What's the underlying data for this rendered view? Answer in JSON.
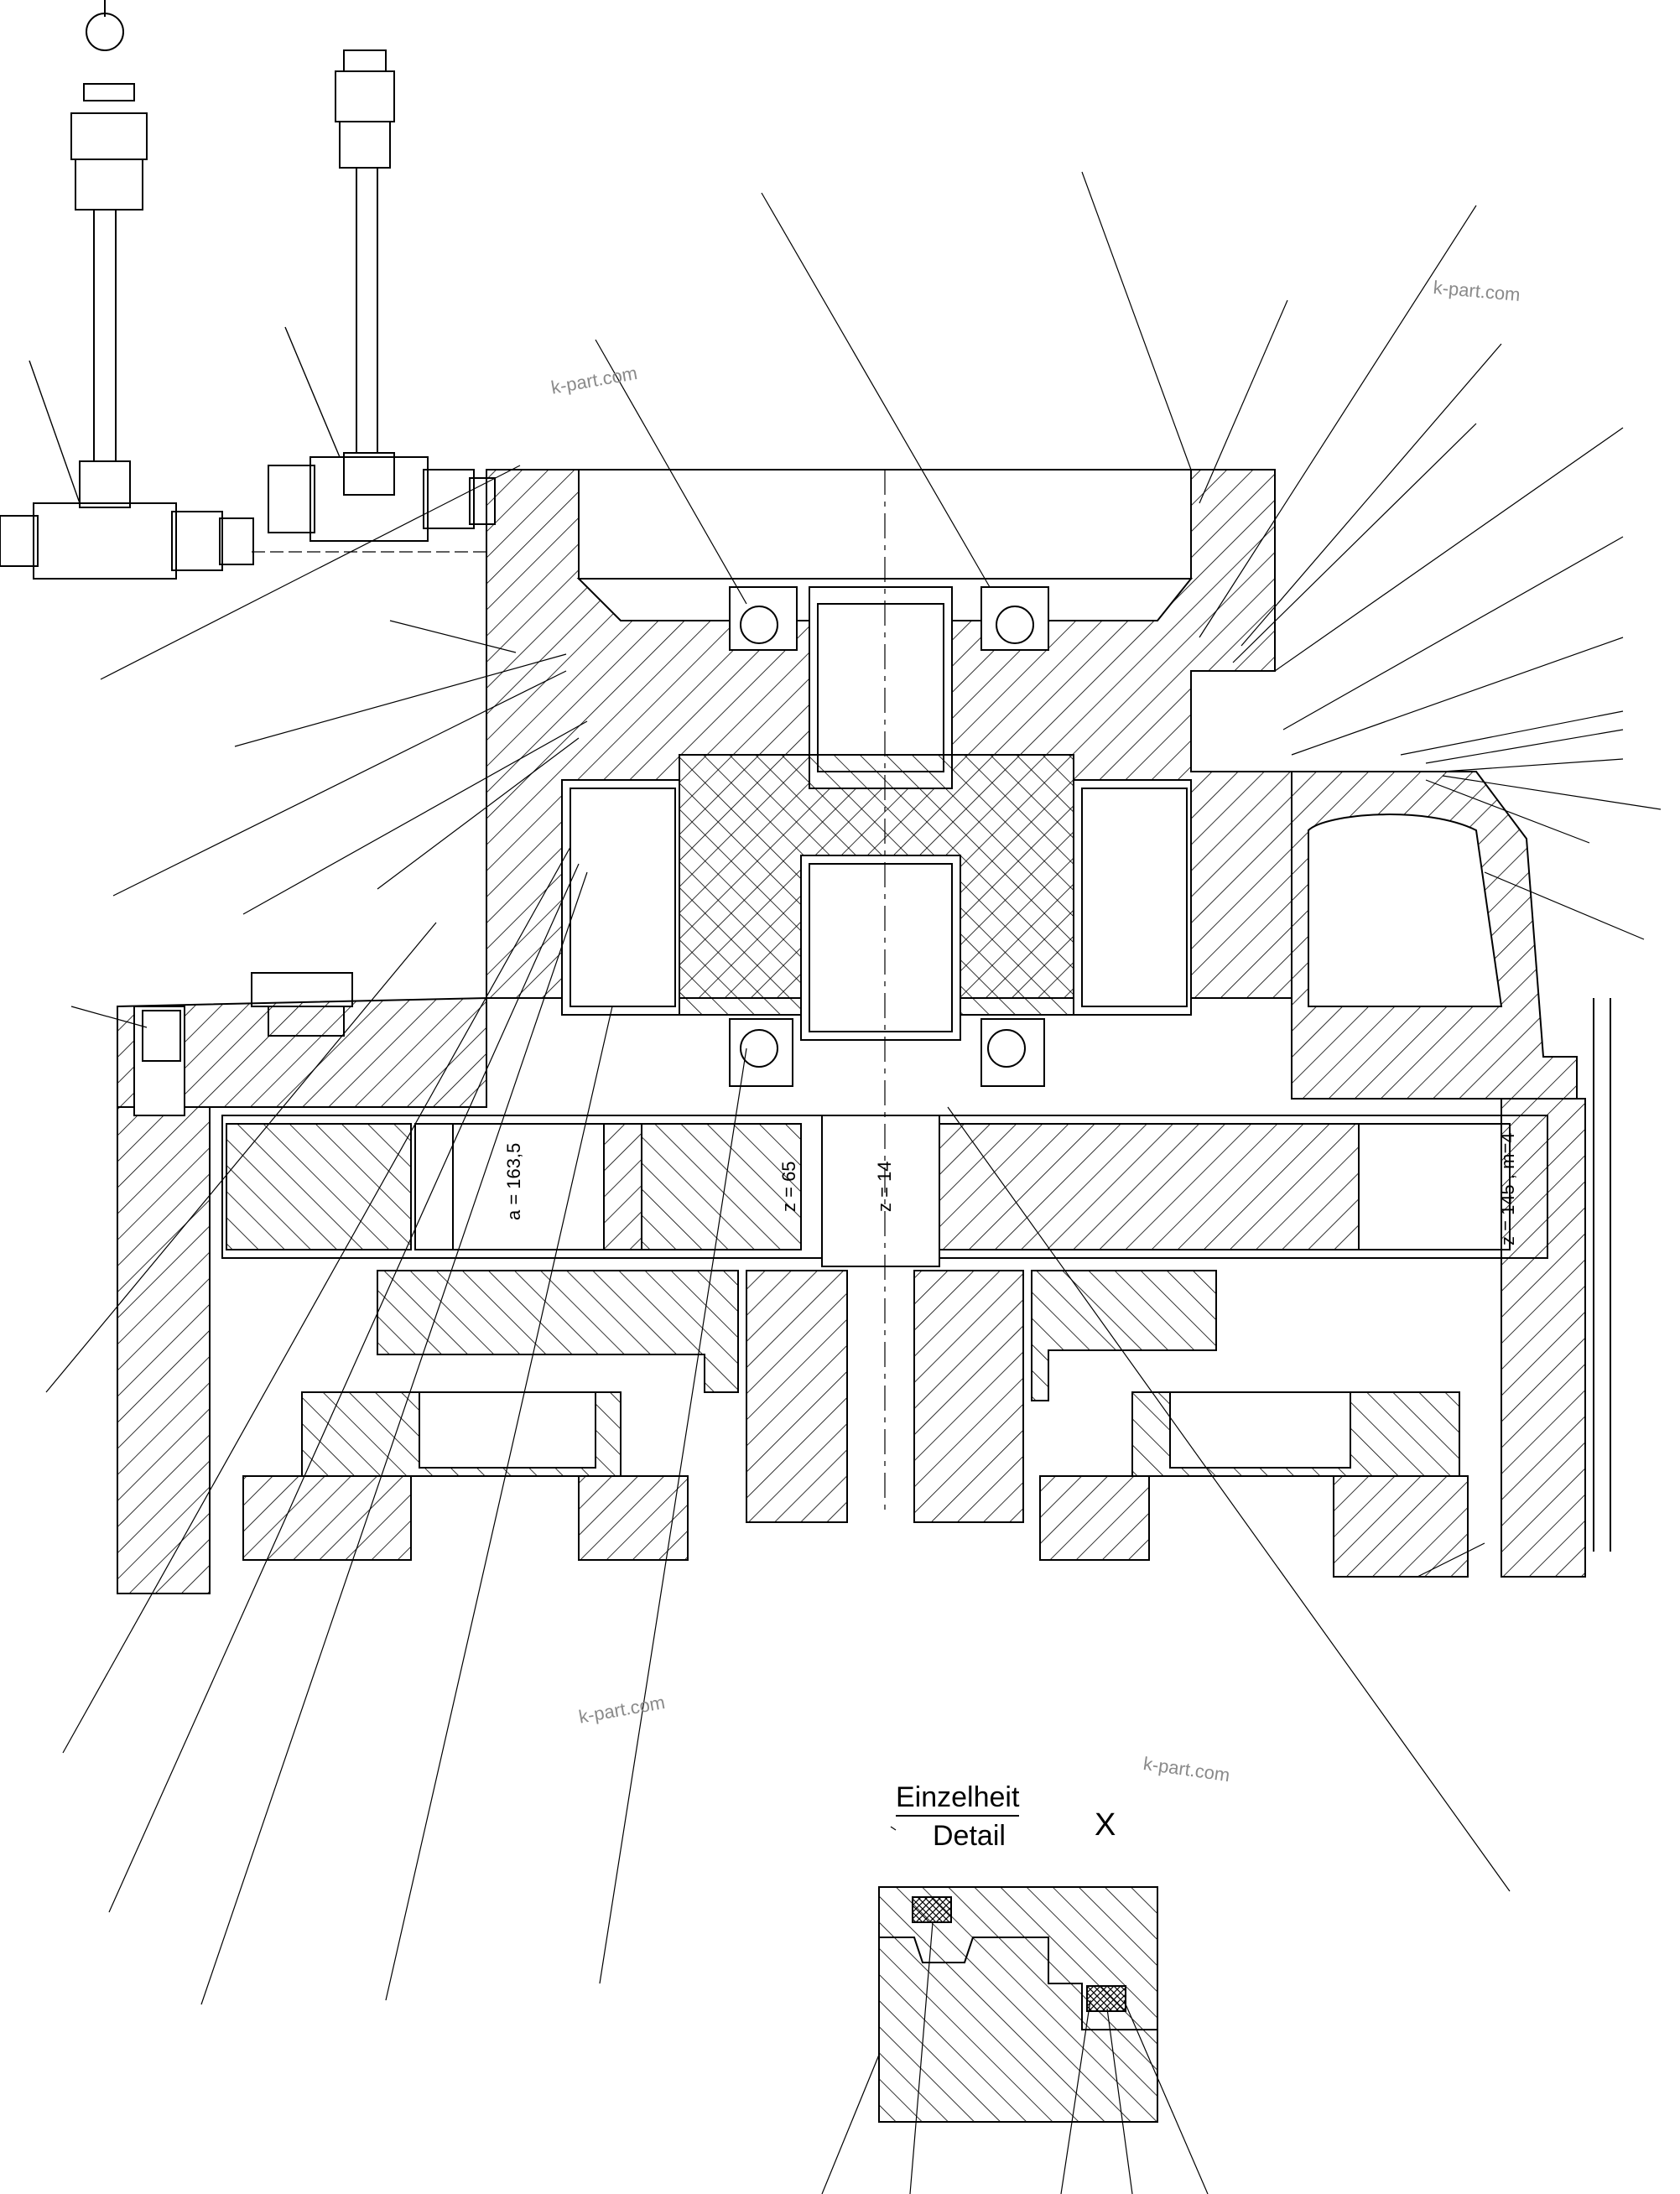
{
  "watermarks": [
    "k-part.com",
    "k-part.com",
    "k-part.com",
    "k-part.com"
  ],
  "dimensions": {
    "center_distance": "a = 163,5",
    "gear_teeth_mid": "z = 65",
    "pinion_teeth": "z = 14",
    "ring_gear": "z = 145 , m=4"
  },
  "detail": {
    "title_de": "Einzelheit",
    "title_en": "Detail",
    "marker": "X"
  },
  "colors": {
    "line": "#000000",
    "watermark": "#8a8a8a",
    "background": "#ffffff"
  }
}
